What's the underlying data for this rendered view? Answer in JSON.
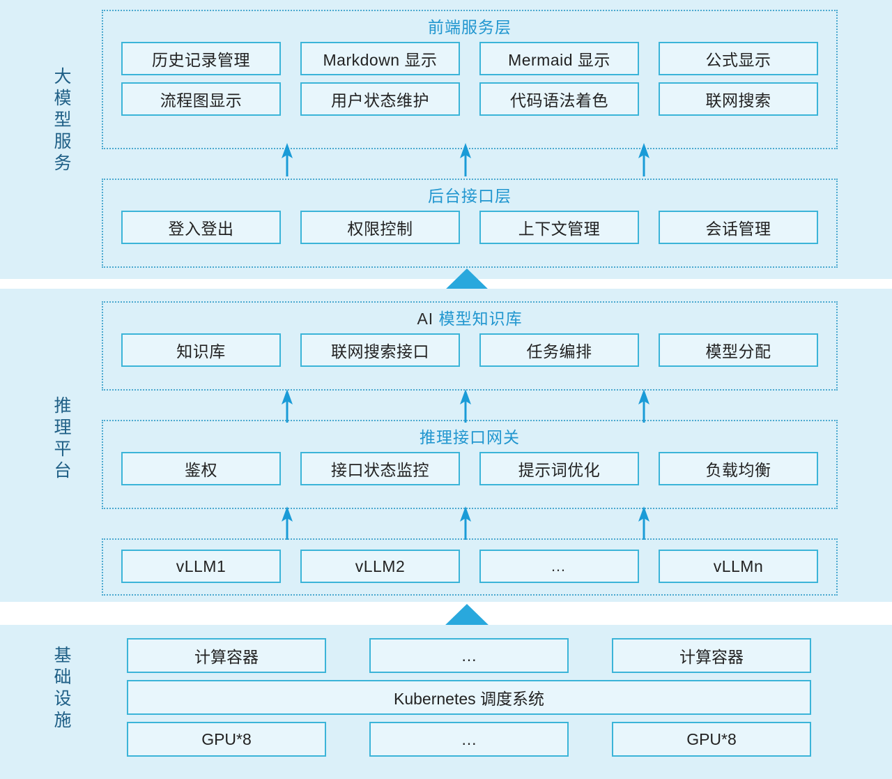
{
  "colors": {
    "band_bg": "#dbf0f9",
    "node_border": "#3bb4d8",
    "node_fill": "#e8f6fc",
    "group_border": "#4aa8cf",
    "title_blue": "#2196cf",
    "side_label": "#1f5f86",
    "arrow_blue": "#29a8dd",
    "thin_arrow_blue": "#1a9bd7"
  },
  "sections": {
    "llm_service": {
      "side_label": "大模型服务",
      "groups": [
        {
          "title": "前端服务层",
          "title_lead": "",
          "rows": [
            [
              "历史记录管理",
              "Markdown 显示",
              "Mermaid 显示",
              "公式显示"
            ],
            [
              "流程图显示",
              "用户状态维护",
              "代码语法着色",
              "联网搜索"
            ]
          ]
        },
        {
          "title": "后台接口层",
          "title_lead": "",
          "rows": [
            [
              "登入登出",
              "权限控制",
              "上下文管理",
              "会话管理"
            ]
          ]
        }
      ]
    },
    "inference_platform": {
      "side_label": "推理平台",
      "groups": [
        {
          "title": "模型知识库",
          "title_lead": "AI",
          "rows": [
            [
              "知识库",
              "联网搜索接口",
              "任务编排",
              "模型分配"
            ]
          ]
        },
        {
          "title": "推理接口网关",
          "title_lead": "",
          "rows": [
            [
              "鉴权",
              "接口状态监控",
              "提示词优化",
              "负载均衡"
            ]
          ]
        },
        {
          "title": "",
          "title_lead": "",
          "rows": [
            [
              "vLLM1",
              "vLLM2",
              "…",
              "vLLMn"
            ]
          ]
        }
      ]
    },
    "infrastructure": {
      "side_label": "基础设施",
      "rows": [
        [
          "计算容器",
          "…",
          "计算容器"
        ],
        [
          "Kubernetes 调度系统"
        ],
        [
          "GPU*8",
          "…",
          "GPU*8"
        ]
      ]
    }
  },
  "arrows": {
    "frontend_from_backend": {
      "count": 3,
      "direction": "up",
      "style": "thin"
    },
    "backend_from_ai": {
      "count": 1,
      "direction": "up",
      "style": "block"
    },
    "ai_from_gateway": {
      "count": 3,
      "direction": "up",
      "style": "thin"
    },
    "gateway_from_vllm": {
      "count": 3,
      "direction": "up",
      "style": "thin"
    },
    "inference_from_infra": {
      "count": 1,
      "direction": "up",
      "style": "block"
    }
  }
}
